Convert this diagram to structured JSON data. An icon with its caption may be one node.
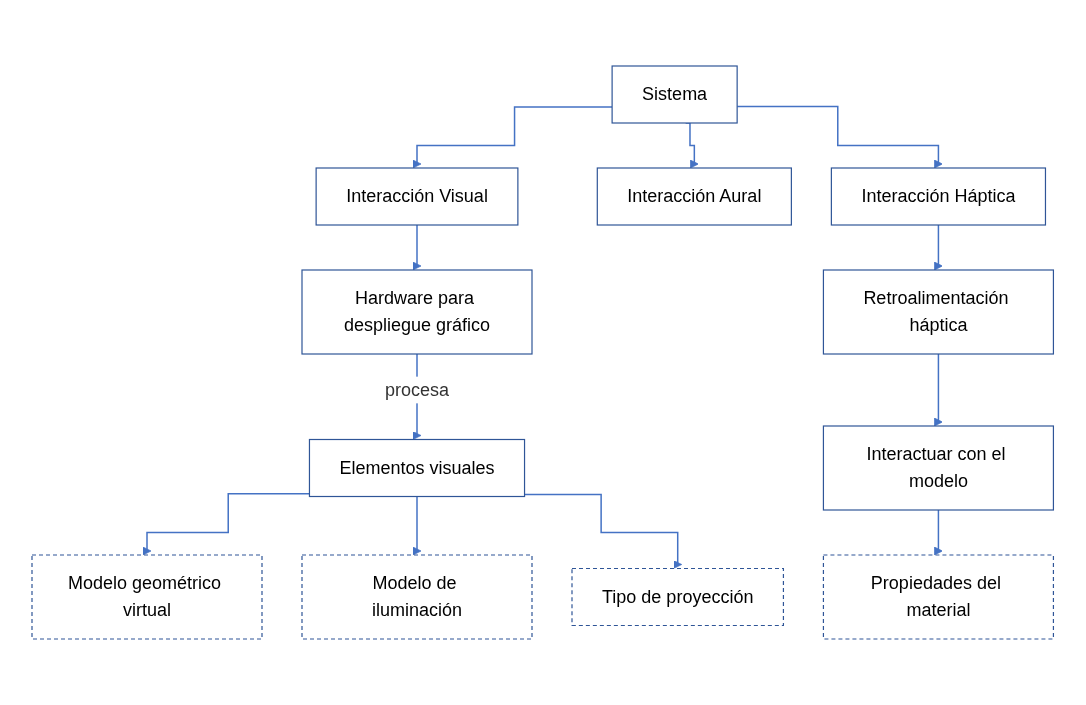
{
  "diagram": {
    "nodes": [
      {
        "text": [
          "Sistema"
        ]
      },
      {
        "text": [
          "Interacción Visual"
        ]
      },
      {
        "text": [
          "Interacción Aural"
        ]
      },
      {
        "text": [
          "Interacción Háptica"
        ]
      },
      {
        "text": [
          "Hardware para despliegue gráfico"
        ]
      },
      {
        "text": [
          "Elementos visuales"
        ]
      },
      {
        "text": [
          "Modelo geométrico virtual"
        ]
      },
      {
        "text": [
          "Modelo de iluminación"
        ]
      },
      {
        "text": [
          "Tipo de proyección"
        ]
      },
      {
        "text": [
          "Retroalimentación háptica"
        ]
      },
      {
        "text": [
          "Interactuar con el modelo"
        ]
      },
      {
        "text": [
          "Propiedades del material"
        ]
      }
    ],
    "edges": [
      {
        "from": 0,
        "to": 1,
        "arrow": "to"
      },
      {
        "from": 0,
        "to": 2,
        "arrow": "to"
      },
      {
        "from": 0,
        "to": 3,
        "arrow": "to"
      },
      {
        "from": 1,
        "to": 4,
        "arrow": "to"
      },
      {
        "from": 4,
        "to": 5,
        "label": "procesa",
        "arrow": "to"
      },
      {
        "from": 5,
        "to": 6,
        "arrow": "to"
      },
      {
        "from": 5,
        "to": 7,
        "arrow": "to"
      },
      {
        "from": 5,
        "to": 8,
        "arrow": "to"
      },
      {
        "from": 3,
        "to": 9,
        "arrow": "to"
      },
      {
        "from": 9,
        "to": 10,
        "arrow": "to"
      },
      {
        "from": 10,
        "to": 11,
        "arrow": "to"
      }
    ]
  }
}
